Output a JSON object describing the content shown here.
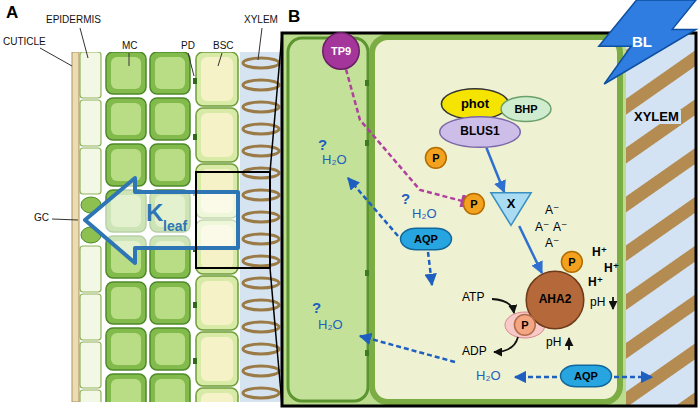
{
  "diagram": {
    "nodes": [
      {
        "text": [
          "TP9"
        ]
      },
      {
        "text": [
          "phot"
        ]
      },
      {
        "text": [
          "BHP"
        ]
      },
      {
        "text": [
          "BLUS1"
        ]
      },
      {
        "text": [
          "P"
        ]
      },
      {
        "text": [
          "P"
        ]
      },
      {
        "text": [
          "X"
        ]
      },
      {
        "text": [
          "P"
        ]
      },
      {
        "text": [
          "AHA2"
        ]
      },
      {
        "text": [
          "P"
        ]
      },
      {
        "text": [
          "AQP"
        ]
      },
      {
        "text": [
          "AQP"
        ]
      },
      {
        "text": [
          "BL"
        ]
      }
    ],
    "edges": [
      {
        "from": 0,
        "to": 5,
        "arrow": "to"
      },
      {
        "from": 3,
        "to": 6,
        "arrow": "to"
      },
      {
        "from": 6,
        "to": 8,
        "arrow": "to"
      }
    ],
    "labels": [
      "A",
      "EPIDERMIS",
      "CUTICLE",
      "MC",
      "PD",
      "BSC",
      "XYLEM",
      "GC",
      "K",
      "leaf",
      "B",
      "XYLEM",
      "?",
      "H₂O",
      "?",
      "H₂O",
      "?",
      "H₂O",
      "H₂O",
      "A⁻",
      "A⁻",
      "A⁻",
      "A⁻",
      "H⁺",
      "H⁺",
      "H⁺",
      "ATP",
      "ADP",
      "pH",
      "pH"
    ]
  }
}
